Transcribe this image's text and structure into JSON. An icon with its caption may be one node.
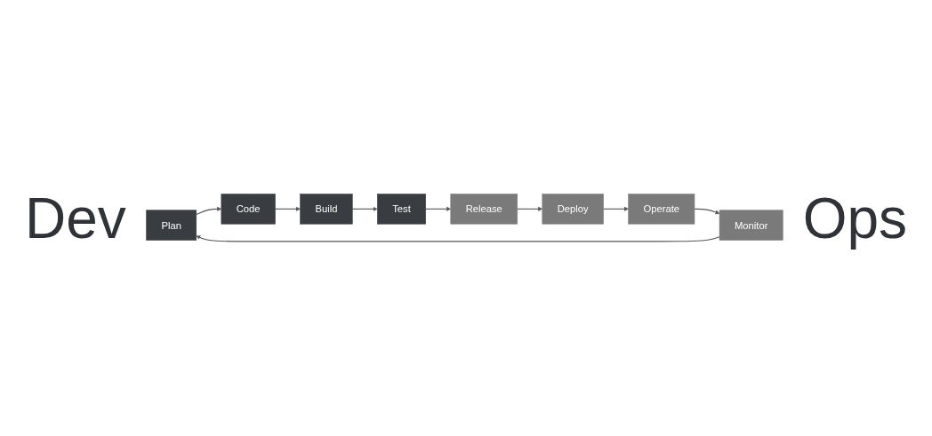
{
  "diagram": {
    "nodes": [
      {
        "text": [
          "Plan"
        ]
      },
      {
        "text": [
          "Code"
        ]
      },
      {
        "text": [
          "Build"
        ]
      },
      {
        "text": [
          "Test"
        ]
      },
      {
        "text": [
          "Release"
        ]
      },
      {
        "text": [
          "Deploy"
        ]
      },
      {
        "text": [
          "Operate"
        ]
      },
      {
        "text": [
          "Monitor"
        ]
      }
    ],
    "edges": [
      {
        "from": 0,
        "to": 1,
        "arrow": "to"
      },
      {
        "from": 1,
        "to": 2,
        "arrow": "to"
      },
      {
        "from": 2,
        "to": 3,
        "arrow": "to"
      },
      {
        "from": 3,
        "to": 4,
        "arrow": "to"
      },
      {
        "from": 4,
        "to": 5,
        "arrow": "to"
      },
      {
        "from": 5,
        "to": 6,
        "arrow": "to"
      },
      {
        "from": 6,
        "to": 7,
        "arrow": "to"
      },
      {
        "from": 7,
        "to": 0,
        "arrow": "to"
      }
    ],
    "labels": [
      "Dev",
      "Ops"
    ]
  }
}
